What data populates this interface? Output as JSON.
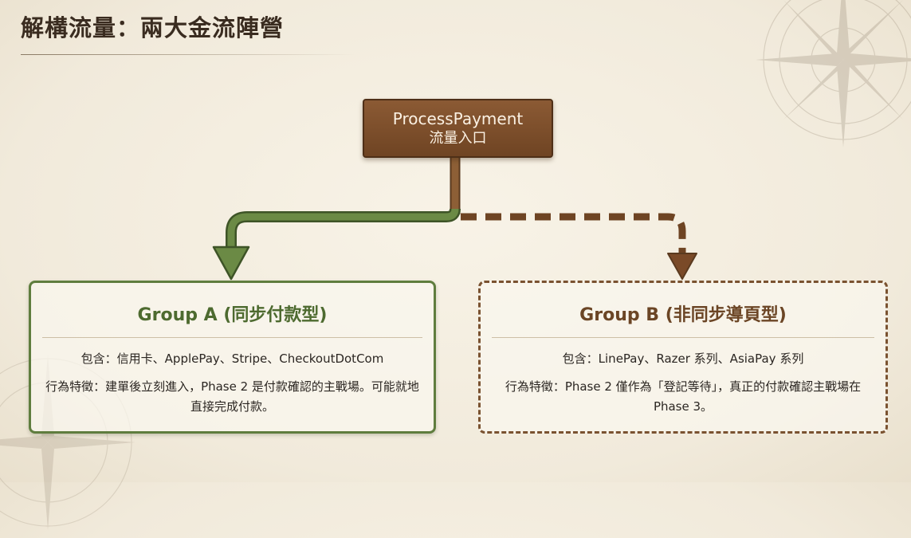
{
  "page": {
    "title": "解構流量：兩大金流陣營"
  },
  "entry": {
    "title": "ProcessPayment",
    "subtitle": "流量入口",
    "color": "#7a4a28"
  },
  "groups": [
    {
      "title": "Group A (同步付款型)",
      "members": "包含：信用卡、ApplePay、Stripe、CheckoutDotCom",
      "behavior": "行為特徵：建單後立刻進入，Phase 2 是付款確認的主戰場。可能就地直接完成付款。",
      "color": "#5f7d3e",
      "border": "solid"
    },
    {
      "title": "Group B (非同步導頁型)",
      "members": "包含：LinePay、Razer 系列、AsiaPay 系列",
      "behavior": "行為特徵：Phase 2 僅作為「登記等待」，真正的付款確認主戰場在 Phase 3。",
      "color": "#7a5230",
      "border": "dashed"
    }
  ],
  "icons": [
    "compass-rose-icon"
  ]
}
